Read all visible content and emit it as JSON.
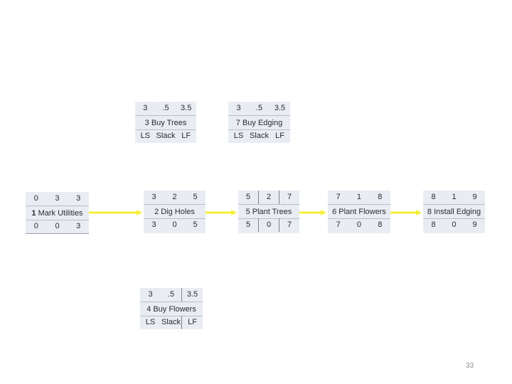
{
  "nodes": {
    "buy_trees": {
      "es": "3",
      "dur": ".5",
      "ef": "3.5",
      "name": "3 Buy Trees",
      "ls": "LS",
      "slack": "Slack",
      "lf": "LF"
    },
    "buy_edging": {
      "es": "3",
      "dur": ".5",
      "ef": "3.5",
      "name": "7 Buy Edging",
      "ls": "LS",
      "slack": "Slack",
      "lf": "LF"
    },
    "mark_utilities": {
      "es": "0",
      "dur": "3",
      "ef": "3",
      "num": "1",
      "label": "Mark Utilities",
      "ls": "0",
      "slack": "0",
      "lf": "3"
    },
    "dig_holes": {
      "es": "3",
      "dur": "2",
      "ef": "5",
      "name": "2 Dig Holes",
      "ls": "3",
      "slack": "0",
      "lf": "5"
    },
    "plant_trees": {
      "es": "5",
      "dur": "2",
      "ef": "7",
      "name": "5 Plant Trees",
      "ls": "5",
      "slack": "0",
      "lf": "7"
    },
    "plant_flowers": {
      "es": "7",
      "dur": "1",
      "ef": "8",
      "name": "6 Plant Flowers",
      "ls": "7",
      "slack": "0",
      "lf": "8"
    },
    "install_edging": {
      "es": "8",
      "dur": "1",
      "ef": "9",
      "name": "8 Install Edging",
      "ls": "8",
      "slack": "0",
      "lf": "9"
    },
    "buy_flowers": {
      "es": "3",
      "dur": ".5",
      "ef": "3.5",
      "name": "4 Buy Flowers",
      "ls": "LS",
      "slack": "Slack",
      "lf": "LF"
    }
  },
  "colors": {
    "arrow": "#f5f03a",
    "node_fill": "#e9edf3",
    "divider": "#b9bfc8"
  },
  "page_number": "33"
}
